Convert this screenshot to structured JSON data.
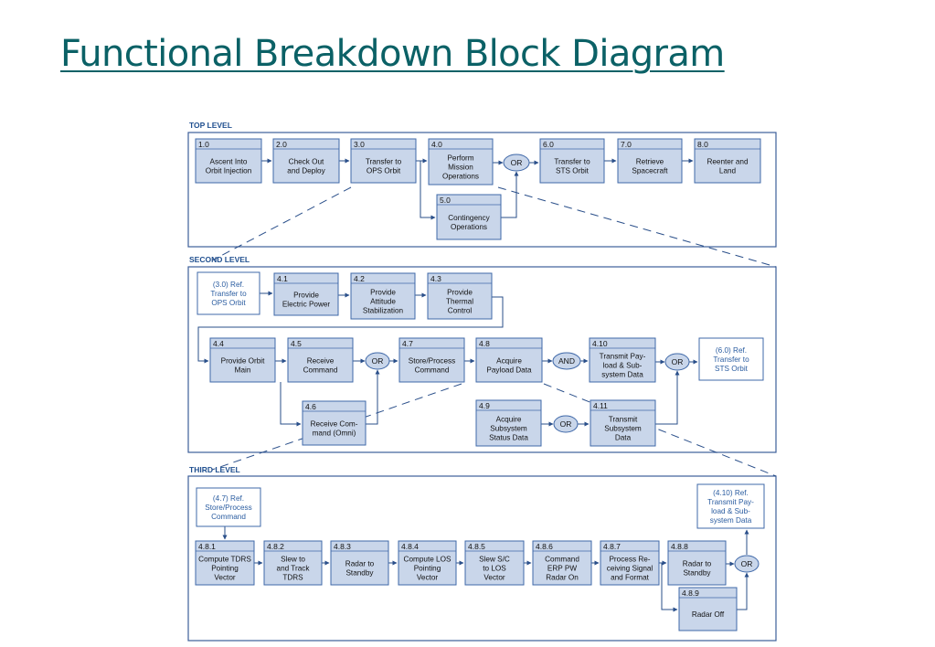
{
  "title": "Functional Breakdown Block Diagram",
  "colors": {
    "title": "#0b6166",
    "box_fill": "#c9d6ea",
    "box_stroke": "#3f68a8",
    "frame": "#3c5f9a",
    "connector": "#2a4f8a",
    "ref_text": "#2a5ca0"
  },
  "levels": [
    {
      "id": "top",
      "label": "TOP LEVEL",
      "blocks": [
        {
          "id": "1.0",
          "num": "1.0",
          "lines": [
            "Ascent Into",
            "Orbit Injection"
          ]
        },
        {
          "id": "2.0",
          "num": "2.0",
          "lines": [
            "Check Out",
            "and Deploy"
          ]
        },
        {
          "id": "3.0",
          "num": "3.0",
          "lines": [
            "Transfer to",
            "OPS Orbit"
          ]
        },
        {
          "id": "4.0",
          "num": "4.0",
          "lines": [
            "Perform",
            "Mission",
            "Operations"
          ]
        },
        {
          "id": "5.0",
          "num": "5.0",
          "lines": [
            "Contingency",
            "Operations"
          ]
        },
        {
          "id": "6.0",
          "num": "6.0",
          "lines": [
            "Transfer to",
            "STS Orbit"
          ]
        },
        {
          "id": "7.0",
          "num": "7.0",
          "lines": [
            "Retrieve",
            "Spacecraft"
          ]
        },
        {
          "id": "8.0",
          "num": "8.0",
          "lines": [
            "Reenter and",
            "Land"
          ]
        }
      ],
      "gates": [
        {
          "id": "g-top-or",
          "label": "OR"
        }
      ]
    },
    {
      "id": "second",
      "label": "SECOND LEVEL",
      "refs": [
        {
          "id": "ref-3.0",
          "lines": [
            "(3.0) Ref.",
            "Transfer to",
            "OPS Orbit"
          ]
        },
        {
          "id": "ref-6.0",
          "lines": [
            "(6.0) Ref.",
            "Transfer to",
            "STS Orbit"
          ]
        }
      ],
      "blocks": [
        {
          "id": "4.1",
          "num": "4.1",
          "lines": [
            "Provide",
            "Electric Power"
          ]
        },
        {
          "id": "4.2",
          "num": "4.2",
          "lines": [
            "Provide",
            "Attitude",
            "Stabilization"
          ]
        },
        {
          "id": "4.3",
          "num": "4.3",
          "lines": [
            "Provide",
            "Thermal",
            "Control"
          ]
        },
        {
          "id": "4.4",
          "num": "4.4",
          "lines": [
            "Provide Orbit",
            "Main"
          ]
        },
        {
          "id": "4.5",
          "num": "4.5",
          "lines": [
            "Receive",
            "Command"
          ]
        },
        {
          "id": "4.6",
          "num": "4.6",
          "lines": [
            "Receive Com-",
            "mand (Omni)"
          ]
        },
        {
          "id": "4.7",
          "num": "4.7",
          "lines": [
            "Store/Process",
            "Command"
          ]
        },
        {
          "id": "4.8",
          "num": "4.8",
          "lines": [
            "Acquire",
            "Payload Data"
          ]
        },
        {
          "id": "4.9",
          "num": "4.9",
          "lines": [
            "Acquire",
            "Subsystem",
            "Status Data"
          ]
        },
        {
          "id": "4.10",
          "num": "4.10",
          "lines": [
            "Transmit Pay-",
            "load & Sub-",
            "system Data"
          ]
        },
        {
          "id": "4.11",
          "num": "4.11",
          "lines": [
            "Transmit",
            "Subsystem",
            "Data"
          ]
        }
      ],
      "gates": [
        {
          "id": "g-2-or1",
          "label": "OR"
        },
        {
          "id": "g-2-and",
          "label": "AND"
        },
        {
          "id": "g-2-or2",
          "label": "OR"
        },
        {
          "id": "g-2-or3",
          "label": "OR"
        }
      ]
    },
    {
      "id": "third",
      "label": "THIRD LEVEL",
      "refs": [
        {
          "id": "ref-4.7",
          "lines": [
            "(4.7) Ref.",
            "Store/Process",
            "Command"
          ]
        },
        {
          "id": "ref-4.10",
          "lines": [
            "(4.10) Ref.",
            "Transmit Pay-",
            "load & Sub-",
            "system Data"
          ]
        }
      ],
      "blocks": [
        {
          "id": "4.8.1",
          "num": "4.8.1",
          "lines": [
            "Compute TDRS",
            "Pointing",
            "Vector"
          ]
        },
        {
          "id": "4.8.2",
          "num": "4.8.2",
          "lines": [
            "Slew to",
            "and Track",
            "TDRS"
          ]
        },
        {
          "id": "4.8.3",
          "num": "4.8.3",
          "lines": [
            "Radar to",
            "Standby"
          ]
        },
        {
          "id": "4.8.4",
          "num": "4.8.4",
          "lines": [
            "Compute LOS",
            "Pointing",
            "Vector"
          ]
        },
        {
          "id": "4.8.5",
          "num": "4.8.5",
          "lines": [
            "Slew S/C",
            "to LOS",
            "Vector"
          ]
        },
        {
          "id": "4.8.6",
          "num": "4.8.6",
          "lines": [
            "Command",
            "ERP PW",
            "Radar On"
          ]
        },
        {
          "id": "4.8.7",
          "num": "4.8.7",
          "lines": [
            "Process Re-",
            "ceiving Signal",
            "and Format"
          ]
        },
        {
          "id": "4.8.8",
          "num": "4.8.8",
          "lines": [
            "Radar to",
            "Standby"
          ]
        },
        {
          "id": "4.8.9",
          "num": "4.8.9",
          "lines": [
            "Radar Off"
          ]
        }
      ],
      "gates": [
        {
          "id": "g-3-or",
          "label": "OR"
        }
      ]
    }
  ]
}
